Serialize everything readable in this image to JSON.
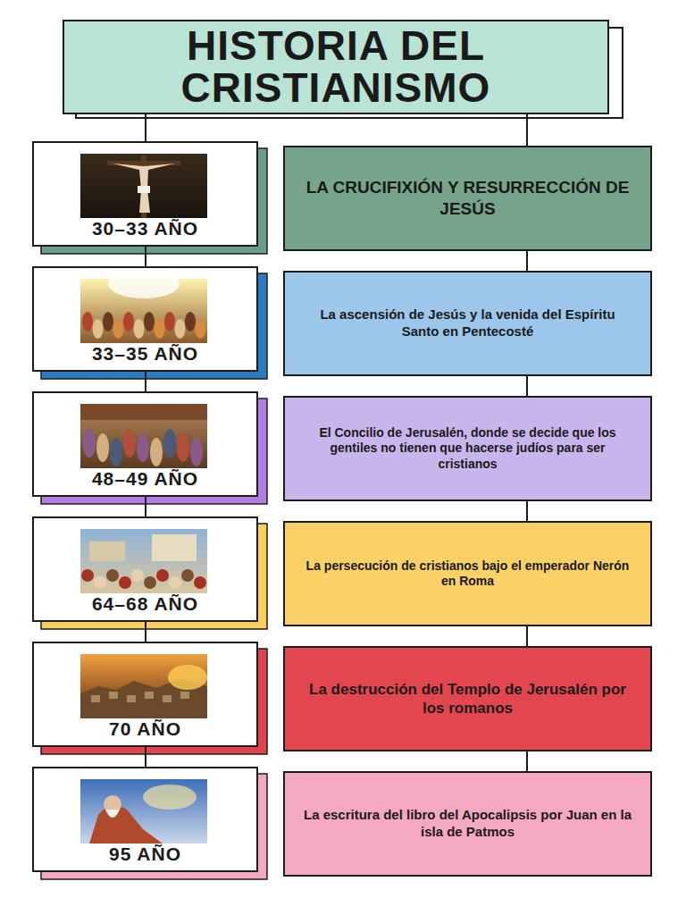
{
  "diagram": {
    "nodes": [
      {
        "text": [
          "HISTORIA DEL CRISTIANISMO"
        ]
      },
      {
        "text": [
          "30–33 AÑO"
        ]
      },
      {
        "text": [
          "LA CRUCIFIXIÓN Y RESURRECCIÓN DE JESÚS"
        ]
      },
      {
        "text": [
          "33–35 AÑO"
        ]
      },
      {
        "text": [
          "La ascensión de Jesús y la venida del Espíritu Santo en Pentecosté"
        ]
      },
      {
        "text": [
          "48–49 AÑO"
        ]
      },
      {
        "text": [
          "El Concilio de Jerusalén, donde se decide que los gentiles no tienen que hacerse judíos para ser cristianos"
        ]
      },
      {
        "text": [
          "64–68 AÑO"
        ]
      },
      {
        "text": [
          "La persecución de cristianos bajo el emperador Nerón en Roma"
        ]
      },
      {
        "text": [
          "70 AÑO"
        ]
      },
      {
        "text": [
          "La destrucción del Templo de Jerusalén por los romanos"
        ]
      },
      {
        "text": [
          "95 AÑO"
        ]
      },
      {
        "text": [
          "La escritura del libro del Apocalipsis por Juan en la isla de Patmos"
        ]
      }
    ],
    "edges": [
      {
        "from": 0,
        "to": 1,
        "arrow": "none"
      },
      {
        "from": 0,
        "to": 2,
        "arrow": "none"
      },
      {
        "from": 1,
        "to": 3,
        "arrow": "none"
      },
      {
        "from": 3,
        "to": 5,
        "arrow": "none"
      },
      {
        "from": 5,
        "to": 7,
        "arrow": "none"
      },
      {
        "from": 7,
        "to": 9,
        "arrow": "none"
      },
      {
        "from": 9,
        "to": 11,
        "arrow": "none"
      },
      {
        "from": 2,
        "to": 4,
        "arrow": "none"
      },
      {
        "from": 4,
        "to": 6,
        "arrow": "none"
      },
      {
        "from": 6,
        "to": 8,
        "arrow": "none"
      },
      {
        "from": 8,
        "to": 10,
        "arrow": "none"
      },
      {
        "from": 10,
        "to": 12,
        "arrow": "none"
      }
    ]
  }
}
